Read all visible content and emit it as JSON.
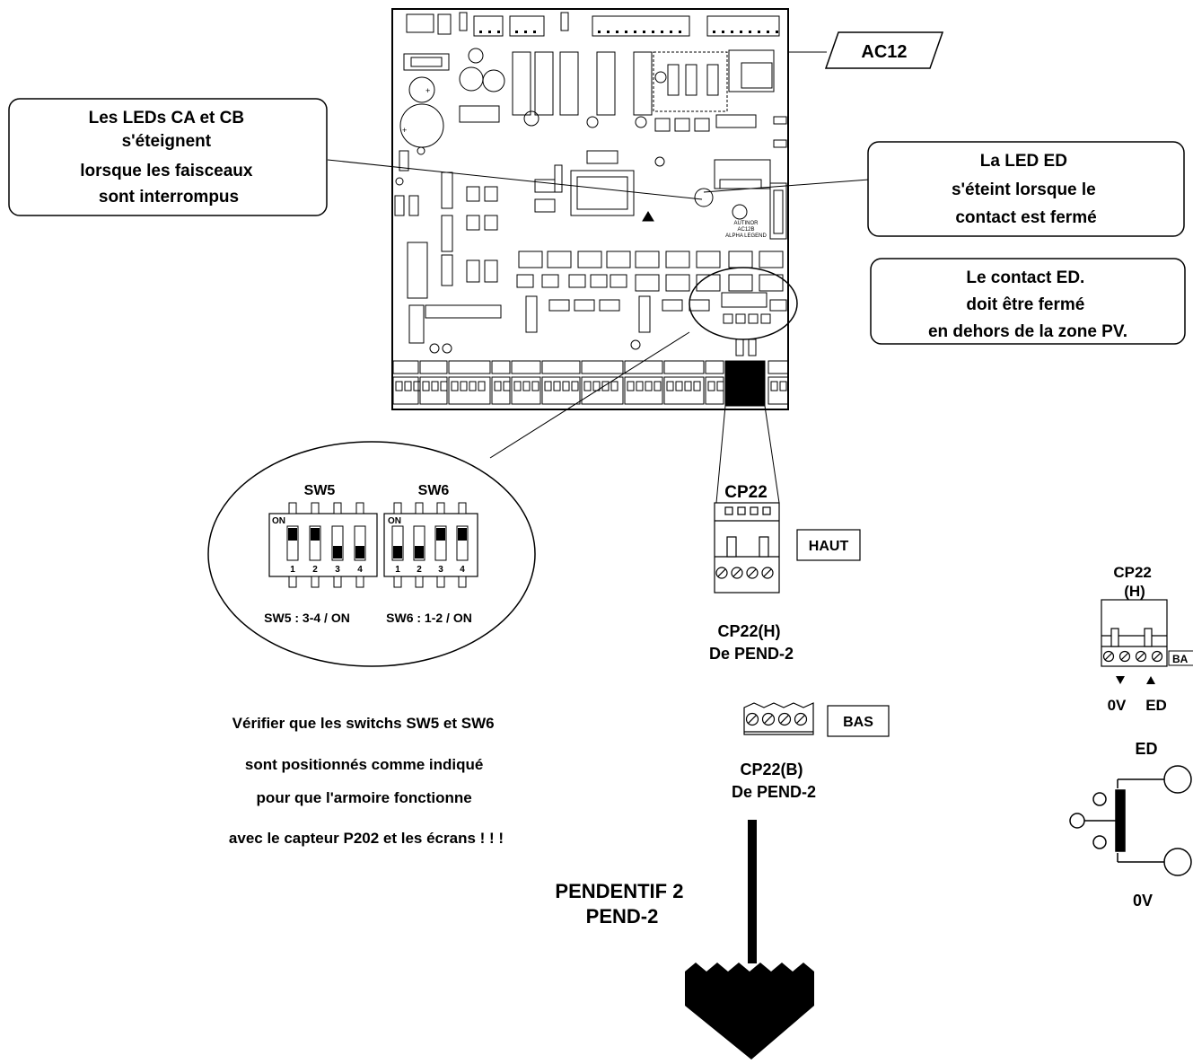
{
  "board_label": "AC12",
  "board_silk": {
    "brand": "AUTINOR",
    "model": "AC12B",
    "sub": "ALPHA LEGEND"
  },
  "callouts": {
    "leds_ca_cb": [
      "Les LEDs CA et CB",
      "s'éteignent",
      "lorsque les faisceaux",
      "sont interrompus"
    ],
    "led_ed": [
      "La LED  ED",
      "s'éteint lorsque le",
      "contact est fermé"
    ],
    "contact_ed": [
      "Le contact  ED.",
      "doit être fermé",
      "en dehors de la zone PV."
    ]
  },
  "switches": {
    "sw5_title": "SW5",
    "sw6_title": "SW6",
    "on_label": "ON",
    "positions": [
      "1",
      "2",
      "3",
      "4"
    ],
    "sw5_setting": "SW5 : 3-4 / ON",
    "sw6_setting": "SW6 : 1-2 / ON"
  },
  "connector": {
    "title": "CP22",
    "haut_label": "HAUT",
    "bas_label": "BAS",
    "haut_caption": [
      "CP22(H)",
      "De PEND-2"
    ],
    "bas_caption": [
      "CP22(B)",
      "De PEND-2"
    ]
  },
  "instructions": [
    "Vérifier que les switchs SW5 et SW6",
    "sont positionnés comme indiqué",
    "pour que l'armoire fonctionne",
    "avec le capteur P202  et les écrans  ! ! !"
  ],
  "pendant": [
    "PENDENTIF 2",
    "PEND-2"
  ],
  "side": {
    "title": [
      "CP22",
      "(H)"
    ],
    "ba_label": "BA",
    "pin_0v": "0V",
    "pin_ed": "ED",
    "contact_title": "ED",
    "contact_bottom": "0V"
  }
}
